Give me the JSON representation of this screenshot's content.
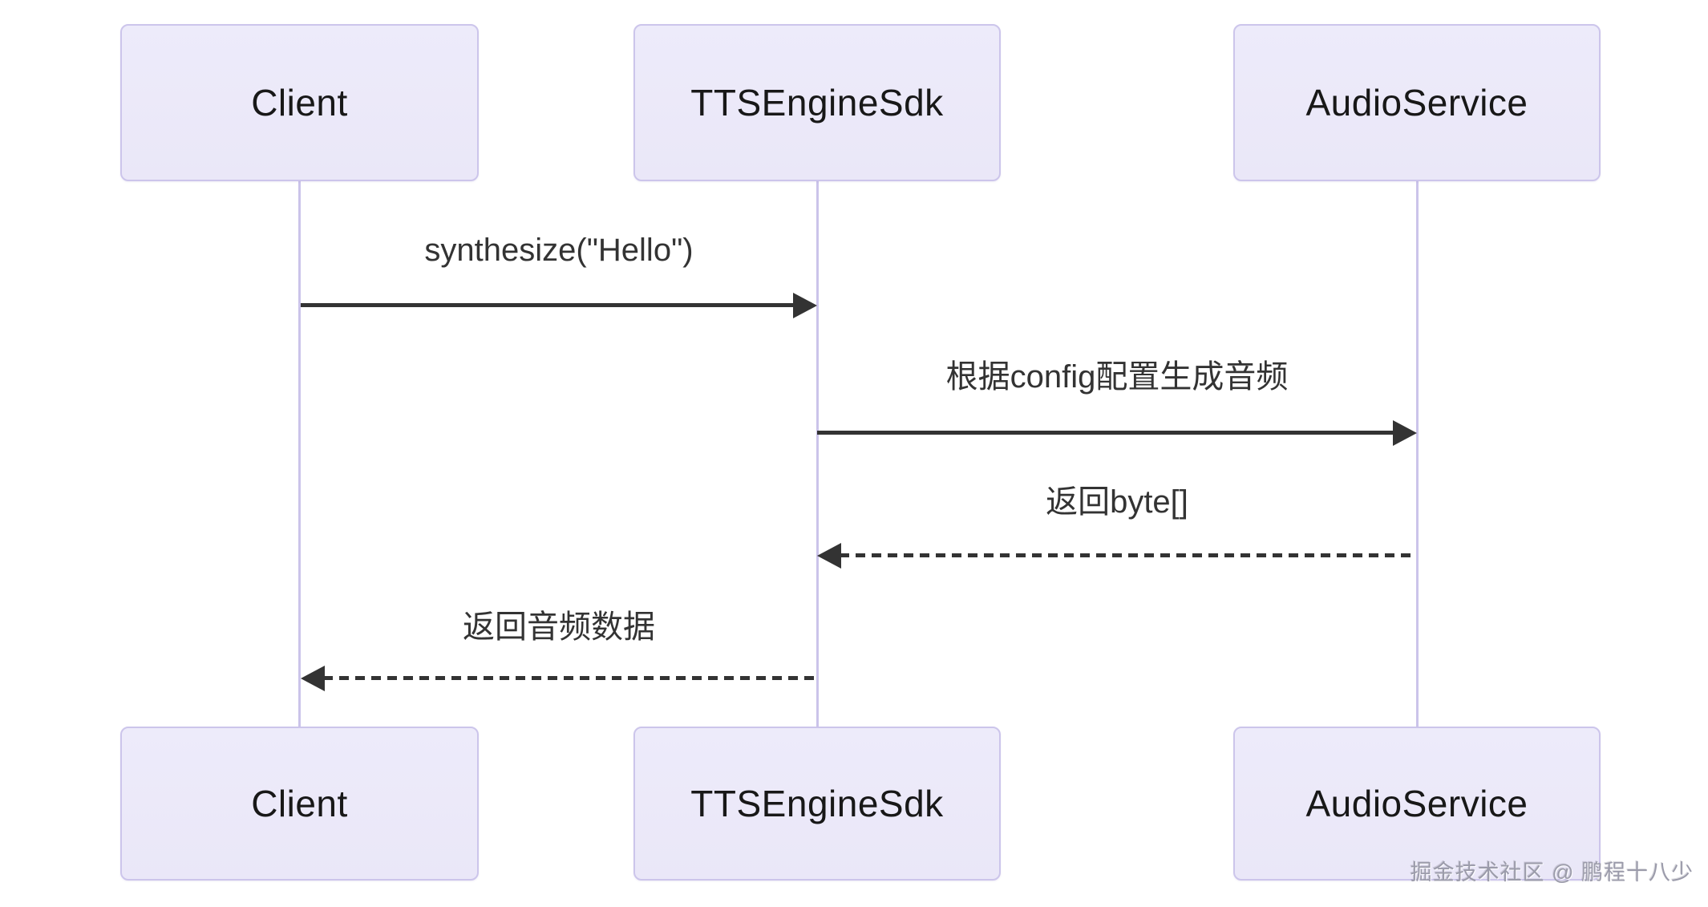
{
  "diagram": {
    "type": "sequence",
    "actors": [
      {
        "id": "client",
        "name": "Client"
      },
      {
        "id": "tts",
        "name": "TTSEngineSdk"
      },
      {
        "id": "audio",
        "name": "AudioService"
      }
    ],
    "messages": [
      {
        "from": "Client",
        "to": "TTSEngineSdk",
        "label": "synthesize(\"Hello\")",
        "line": "solid",
        "direction": "right"
      },
      {
        "from": "TTSEngineSdk",
        "to": "AudioService",
        "label": "根据config配置生成音频",
        "line": "solid",
        "direction": "right"
      },
      {
        "from": "AudioService",
        "to": "TTSEngineSdk",
        "label": "返回byte[]",
        "line": "dashed",
        "direction": "left"
      },
      {
        "from": "TTSEngineSdk",
        "to": "Client",
        "label": "返回音频数据",
        "line": "dashed",
        "direction": "left"
      }
    ],
    "watermark": "掘金技术社区 @ 鹏程十八少",
    "colors": {
      "background": "#ffffff",
      "actor_fill": "#eceaf9",
      "actor_border": "#ccc5eb",
      "lifeline": "#cbc4ea",
      "arrow": "#333333",
      "actor_text": "#181818",
      "message_text": "#333333",
      "watermark_text": "#9b9baa"
    }
  }
}
